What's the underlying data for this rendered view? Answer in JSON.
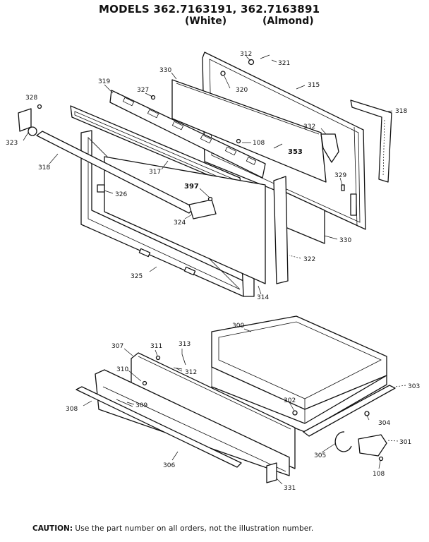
{
  "header": {
    "title": "MODELS 362.7163191, 362.7163891",
    "white": "(White)",
    "almond": "(Almond)"
  },
  "labels": {
    "p312a": "312",
    "p321": "321",
    "p330a": "330",
    "p315": "315",
    "p319": "319",
    "p320": "320",
    "p327": "327",
    "p328": "328",
    "p318a": "318",
    "p323": "323",
    "p318b": "318",
    "p332": "332",
    "p108a": "108",
    "p353": "353",
    "p317": "317",
    "p329": "329",
    "p397": "397",
    "p326": "326",
    "p324": "324",
    "p330b": "330",
    "p322": "322",
    "p325": "325",
    "p314": "314",
    "p300": "300",
    "p307": "307",
    "p311": "311",
    "p313": "313",
    "p310": "310",
    "p312b": "312",
    "p303": "303",
    "p308": "308",
    "p309": "309",
    "p302": "302",
    "p304": "304",
    "p305": "305",
    "p301": "301",
    "p306": "306",
    "p108b": "108",
    "p331": "331"
  },
  "caution": {
    "label": "CAUTION:",
    "text": "Use the part number on all orders, not the illustration number."
  }
}
